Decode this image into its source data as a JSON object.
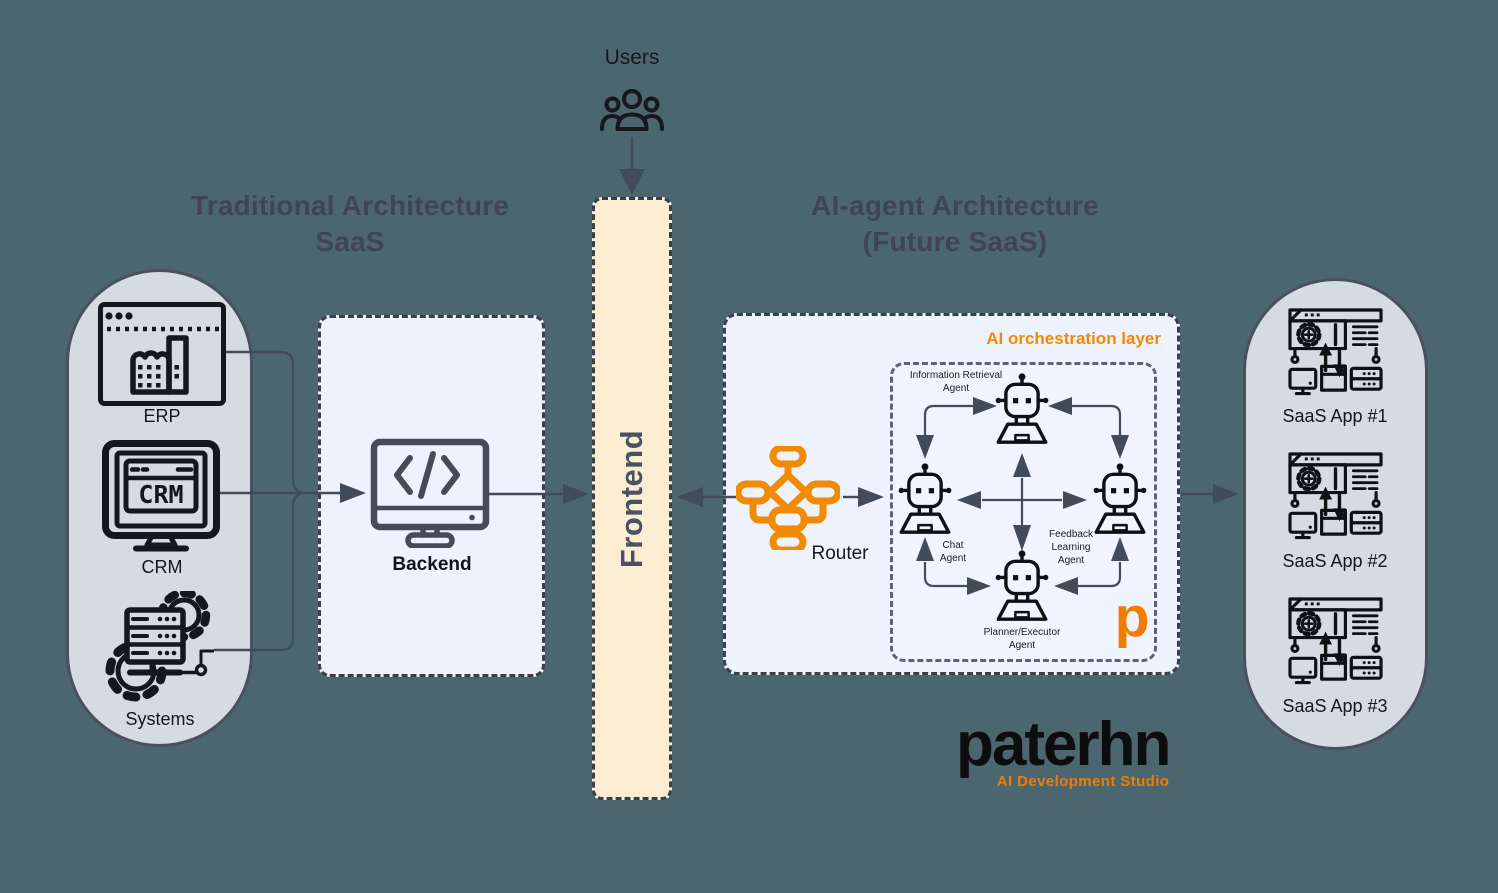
{
  "colors": {
    "background": "#4B666E",
    "accent_orange": "#F18A05",
    "brand_orange": "#F07D00",
    "box_fill": "#EDF2FC",
    "pill_fill": "#D5DBE3",
    "frontend_fill": "#FBEDD2",
    "connector": "#414B59",
    "title_text": "#3F4651"
  },
  "header": {
    "left_title_lines": [
      "Traditional Architecture",
      "SaaS"
    ],
    "right_title_lines": [
      "AI-agent Architecture",
      "(Future SaaS)"
    ]
  },
  "users": {
    "label": "Users"
  },
  "legacy_systems": {
    "items": [
      {
        "label": "ERP"
      },
      {
        "label": "CRM"
      },
      {
        "label": "Systems"
      }
    ]
  },
  "backend": {
    "label": "Backend"
  },
  "frontend": {
    "label": "Frontend"
  },
  "orchestration": {
    "layer_label": "AI orchestration layer",
    "router": {
      "label": "Router"
    },
    "agents": [
      {
        "id": "information-retrieval-agent",
        "label_lines": [
          "Information Retrieval",
          "Agent"
        ]
      },
      {
        "id": "chat-agent",
        "label_lines": [
          "Chat",
          "Agent"
        ]
      },
      {
        "id": "feedback-learning-agent",
        "label_lines": [
          "Feedback",
          "Learning",
          "Agent"
        ]
      },
      {
        "id": "planner-executor-agent",
        "label_lines": [
          "Planner/Executor",
          "Agent"
        ]
      }
    ],
    "logo_mark": "p"
  },
  "saas_apps": {
    "items": [
      {
        "label": "SaaS App #1"
      },
      {
        "label": "SaaS App #2"
      },
      {
        "label": "SaaS App #3"
      }
    ]
  },
  "branding": {
    "wordmark": "paterhn",
    "tagline": "AI Development Studio"
  }
}
